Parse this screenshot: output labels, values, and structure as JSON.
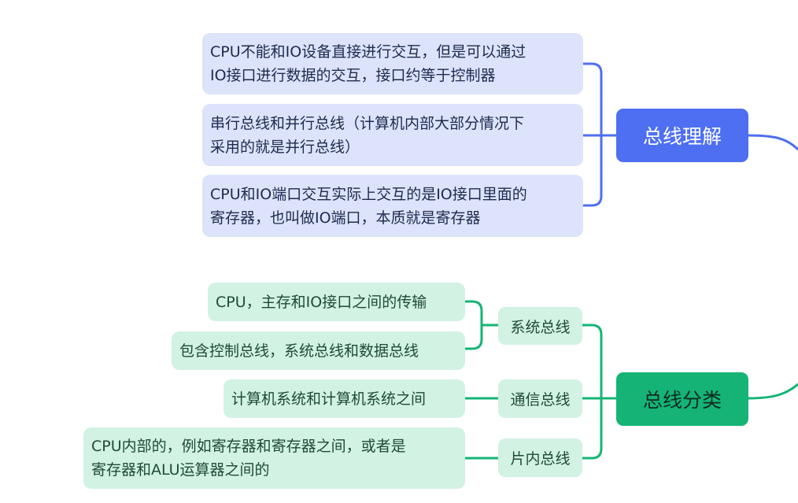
{
  "branches": [
    {
      "topic": "总线理解",
      "color": "#4e6ff2",
      "notes": [
        [
          "CPU不能和IO设备直接进行交互，但是可以通过",
          "IO接口进行数据的交互，接口约等于控制器"
        ],
        [
          "串行总线和并行总线（计算机内部大部分情况下",
          "采用的就是并行总线）"
        ],
        [
          "CPU和IO端口交互实际上交互的是IO接口里面的",
          "寄存器，也叫做IO端口，本质就是寄存器"
        ]
      ]
    },
    {
      "topic": "总线分类",
      "color": "#15b476",
      "subtopics": [
        {
          "label": "系统总线",
          "notes": [
            [
              "CPU，主存和IO接口之间的传输"
            ],
            [
              "包含控制总线，系统总线和数据总线"
            ]
          ]
        },
        {
          "label": "通信总线",
          "notes": [
            [
              "计算机系统和计算机系统之间"
            ]
          ]
        },
        {
          "label": "片内总线",
          "notes": [
            [
              "CPU内部的，例如寄存器和寄存器之间，或者是",
              "寄存器和ALU运算器之间的"
            ]
          ]
        }
      ]
    }
  ]
}
